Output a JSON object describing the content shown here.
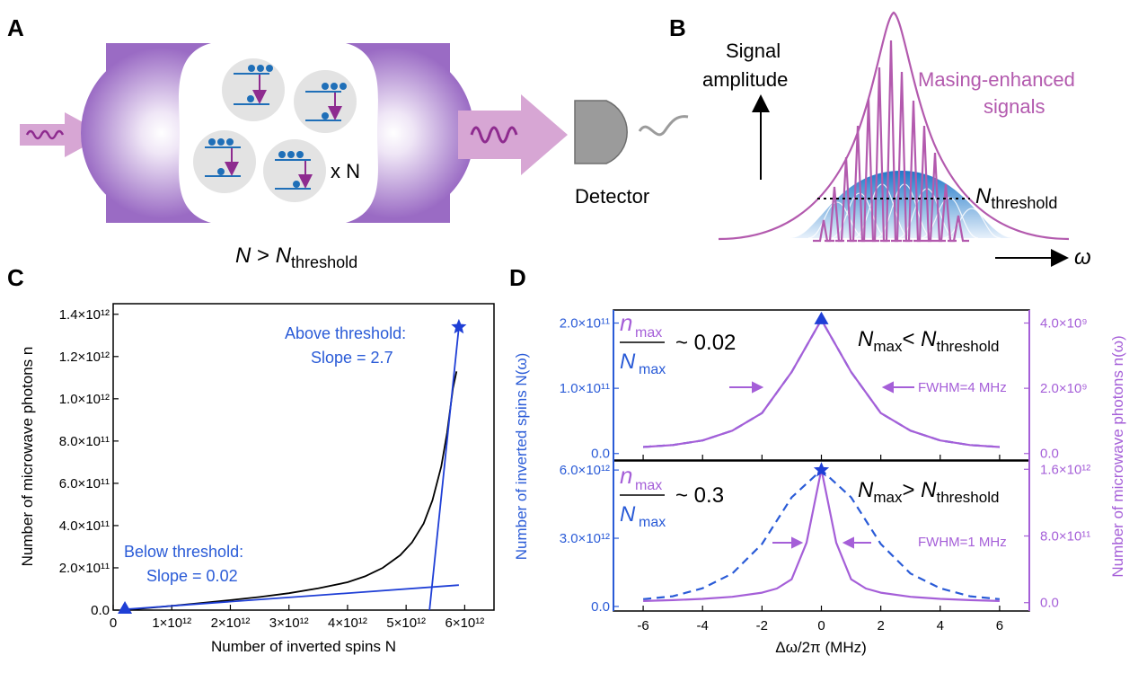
{
  "panels": {
    "A": {
      "letter": "A",
      "count_label": "x N",
      "condition": {
        "N": "N",
        "gt": " > ",
        "Nsub": "N",
        "sub": "threshold"
      },
      "detector_label": "Detector"
    },
    "B": {
      "letter": "B",
      "yaxis_label_line1": "Signal",
      "yaxis_label_line2": "amplitude",
      "series_label_line1": "Masing-enhanced",
      "series_label_line2": "signals",
      "threshold_label": {
        "N": "N",
        "sub": "threshold"
      },
      "xaxis_symbol": "ω"
    },
    "C": {
      "letter": "C",
      "annot_above_line1": "Above threshold:",
      "annot_above_line2": "Slope = 2.7",
      "annot_below_line1": "Below threshold:",
      "annot_below_line2": "Slope = 0.02"
    },
    "D": {
      "letter": "D",
      "top": {
        "ratio_num": "n",
        "ratio_den": "N",
        "ratio_sub": "max",
        "ratio_value": "~ 0.02",
        "cond_N": "N",
        "cond_sub1": "max",
        "cond_op": "< ",
        "cond_N2": "N",
        "cond_sub2": "threshold",
        "fwhm": "FWHM=4 MHz"
      },
      "bottom": {
        "ratio_num": "n",
        "ratio_den": "N",
        "ratio_sub": "max",
        "ratio_value": "~ 0.3",
        "cond_N": "N",
        "cond_sub1": "max",
        "cond_op": "> ",
        "cond_N2": "N",
        "cond_sub2": "threshold",
        "fwhm": "FWHM=1 MHz"
      }
    }
  },
  "colors": {
    "cavity": "#9a6bc4",
    "cavity_light": "#ffffff",
    "spin_level": "#1f6fb8",
    "spin_dot": "#1f6fb8",
    "spin_arrow": "#8e2b8f",
    "spin_bg": "#e3e3e3",
    "wave_arrow": "#d7a6d4",
    "wave": "#8e2b8f",
    "detector": "#9b9b9b",
    "maser": "#b35aae",
    "gaussian_top": "#1f78c8",
    "line_black": "#000000",
    "line_blue": "#1f3fd6",
    "axis_blue": "#2a5bd7",
    "axis_purple": "#a55fd8"
  },
  "chart_data": [
    {
      "id": "C",
      "type": "line",
      "title": "",
      "xlabel": "Number of inverted spins N",
      "ylabel": "Number of microwave photons n",
      "xlim": [
        0,
        6500000000000.0
      ],
      "ylim": [
        0,
        1450000000000.0
      ],
      "xticks": [
        {
          "v": 0,
          "label": "0"
        },
        {
          "v": 1000000000000.0,
          "label": "1×10¹²"
        },
        {
          "v": 2000000000000.0,
          "label": "2×10¹²"
        },
        {
          "v": 3000000000000.0,
          "label": "3×10¹²"
        },
        {
          "v": 4000000000000.0,
          "label": "4×10¹²"
        },
        {
          "v": 5000000000000.0,
          "label": "5×10¹²"
        },
        {
          "v": 6000000000000.0,
          "label": "6×10¹²"
        }
      ],
      "yticks": [
        {
          "v": 0,
          "label": "0.0"
        },
        {
          "v": 200000000000.0,
          "label": "2.0×10¹¹"
        },
        {
          "v": 400000000000.0,
          "label": "4.0×10¹¹"
        },
        {
          "v": 600000000000.0,
          "label": "6.0×10¹¹"
        },
        {
          "v": 800000000000.0,
          "label": "8.0×10¹¹"
        },
        {
          "v": 1000000000000.0,
          "label": "1.0×10¹²"
        },
        {
          "v": 1200000000000.0,
          "label": "1.2×10¹²"
        },
        {
          "v": 1400000000000.0,
          "label": "1.4×10¹²"
        }
      ],
      "series": [
        {
          "color": "#000000",
          "points": [
            [
              200000000000.0,
              0.0
            ],
            [
              600000000000.0,
              10000000000.0
            ],
            [
              1000000000000.0,
              20000000000.0
            ],
            [
              1500000000000.0,
              33000000000.0
            ],
            [
              2000000000000.0,
              47000000000.0
            ],
            [
              2500000000000.0,
              62000000000.0
            ],
            [
              3000000000000.0,
              80000000000.0
            ],
            [
              3500000000000.0,
              103000000000.0
            ],
            [
              4000000000000.0,
              132000000000.0
            ],
            [
              4300000000000.0,
              160000000000.0
            ],
            [
              4600000000000.0,
              200000000000.0
            ],
            [
              4900000000000.0,
              260000000000.0
            ],
            [
              5100000000000.0,
              320000000000.0
            ],
            [
              5300000000000.0,
              410000000000.0
            ],
            [
              5450000000000.0,
              520000000000.0
            ],
            [
              5600000000000.0,
              680000000000.0
            ],
            [
              5700000000000.0,
              840000000000.0
            ],
            [
              5800000000000.0,
              1050000000000.0
            ],
            [
              5860000000000.0,
              1130000000000.0
            ]
          ]
        },
        {
          "color": "#1f3fd6",
          "points": [
            [
              200000000000.0,
              4000000000.0
            ],
            [
              5900000000000.0,
              118000000000.0
            ]
          ]
        },
        {
          "color": "#1f3fd6",
          "points": [
            [
              5400000000000.0,
              0.0
            ],
            [
              5900000000000.0,
              1340000000000.0
            ]
          ]
        }
      ],
      "markers": [
        {
          "shape": "triangle",
          "x": 200000000000.0,
          "y": 4000000000.0,
          "color": "#1f3fd6"
        },
        {
          "shape": "star",
          "x": 5900000000000.0,
          "y": 1340000000000.0,
          "color": "#1f3fd6"
        }
      ]
    },
    {
      "id": "D_top",
      "type": "line",
      "title": "",
      "xlabel": "",
      "ylabel_left": "Number of inverted spins N(ω)",
      "ylabel_right": "Number of microwave photons n(ω)",
      "xlim": [
        -7,
        7
      ],
      "ylim_left": [
        -10000000000.0,
        220000000000.0
      ],
      "ylim_right": [
        -200000000.0,
        4400000000.0
      ],
      "yticks_left": [
        {
          "v": 0,
          "label": "0.0"
        },
        {
          "v": 100000000000.0,
          "label": "1.0×10¹¹"
        },
        {
          "v": 200000000000.0,
          "label": "2.0×10¹¹"
        }
      ],
      "yticks_right": [
        {
          "v": 0,
          "label": "0.0"
        },
        {
          "v": 2000000000.0,
          "label": "2.0×10⁹"
        },
        {
          "v": 4000000000.0,
          "label": "4.0×10⁹"
        }
      ],
      "series": [
        {
          "axis": "left",
          "style": "dashed",
          "color": "#2a5bd7",
          "x": [
            -6,
            -5,
            -4,
            -3,
            -2,
            -1,
            0,
            1,
            2,
            3,
            4,
            5,
            6
          ],
          "values": [
            10000000000.0,
            13000000000.0,
            20000000000.0,
            35000000000.0,
            62000000000.0,
            125000000000.0,
            205000000000.0,
            125000000000.0,
            62000000000.0,
            35000000000.0,
            20000000000.0,
            13000000000.0,
            10000000000.0
          ]
        },
        {
          "axis": "right",
          "style": "solid",
          "color": "#a55fd8",
          "x": [
            -6,
            -5,
            -4,
            -3,
            -2,
            -1,
            0,
            1,
            2,
            3,
            4,
            5,
            6
          ],
          "values": [
            200000000.0,
            260000000.0,
            400000000.0,
            700000000.0,
            1240000000.0,
            2500000000.0,
            4100000000.0,
            2500000000.0,
            1240000000.0,
            700000000.0,
            400000000.0,
            260000000.0,
            200000000.0
          ]
        }
      ],
      "markers": [
        {
          "shape": "triangle",
          "x": 0,
          "y": 205000000000.0,
          "axis": "left",
          "color": "#1f3fd6"
        }
      ]
    },
    {
      "id": "D_bottom",
      "type": "line",
      "title": "",
      "xlabel": "Δω/2π (MHz)",
      "ylabel_left": "",
      "ylabel_right": "",
      "xlim": [
        -7,
        7
      ],
      "ylim_left": [
        -200000000000.0,
        6400000000000.0
      ],
      "ylim_right": [
        -100000000000.0,
        1700000000000.0
      ],
      "xticks": [
        {
          "v": -6,
          "label": "-6"
        },
        {
          "v": -4,
          "label": "-4"
        },
        {
          "v": -2,
          "label": "-2"
        },
        {
          "v": 0,
          "label": "0"
        },
        {
          "v": 2,
          "label": "2"
        },
        {
          "v": 4,
          "label": "4"
        },
        {
          "v": 6,
          "label": "6"
        }
      ],
      "yticks_left": [
        {
          "v": 0,
          "label": "0.0"
        },
        {
          "v": 3000000000000.0,
          "label": "3.0×10¹²"
        },
        {
          "v": 6000000000000.0,
          "label": "6.0×10¹²"
        }
      ],
      "yticks_right": [
        {
          "v": 0,
          "label": "0.0"
        },
        {
          "v": 800000000000.0,
          "label": "8.0×10¹¹"
        },
        {
          "v": 1600000000000.0,
          "label": "1.6×10¹²"
        }
      ],
      "series": [
        {
          "axis": "left",
          "style": "dashed",
          "color": "#2a5bd7",
          "x": [
            -6,
            -5,
            -4,
            -3,
            -2,
            -1,
            0,
            1,
            2,
            3,
            4,
            5,
            6
          ],
          "values": [
            320000000000.0,
            450000000000.0,
            800000000000.0,
            1450000000000.0,
            2750000000000.0,
            4800000000000.0,
            6000000000000.0,
            4800000000000.0,
            2750000000000.0,
            1450000000000.0,
            800000000000.0,
            450000000000.0,
            320000000000.0
          ]
        },
        {
          "axis": "right",
          "style": "solid",
          "color": "#a55fd8",
          "x": [
            -6,
            -5,
            -4,
            -3,
            -2,
            -1.5,
            -1,
            -0.5,
            0,
            0.5,
            1,
            1.5,
            2,
            3,
            4,
            5,
            6
          ],
          "values": [
            20000000000.0,
            30000000000.0,
            45000000000.0,
            70000000000.0,
            120000000000.0,
            170000000000.0,
            280000000000.0,
            720000000000.0,
            1600000000000.0,
            720000000000.0,
            280000000000.0,
            170000000000.0,
            120000000000.0,
            70000000000.0,
            45000000000.0,
            30000000000.0,
            20000000000.0
          ]
        }
      ],
      "markers": [
        {
          "shape": "star",
          "x": 0,
          "y": 6000000000000.0,
          "axis": "left",
          "color": "#1f3fd6"
        }
      ]
    }
  ]
}
